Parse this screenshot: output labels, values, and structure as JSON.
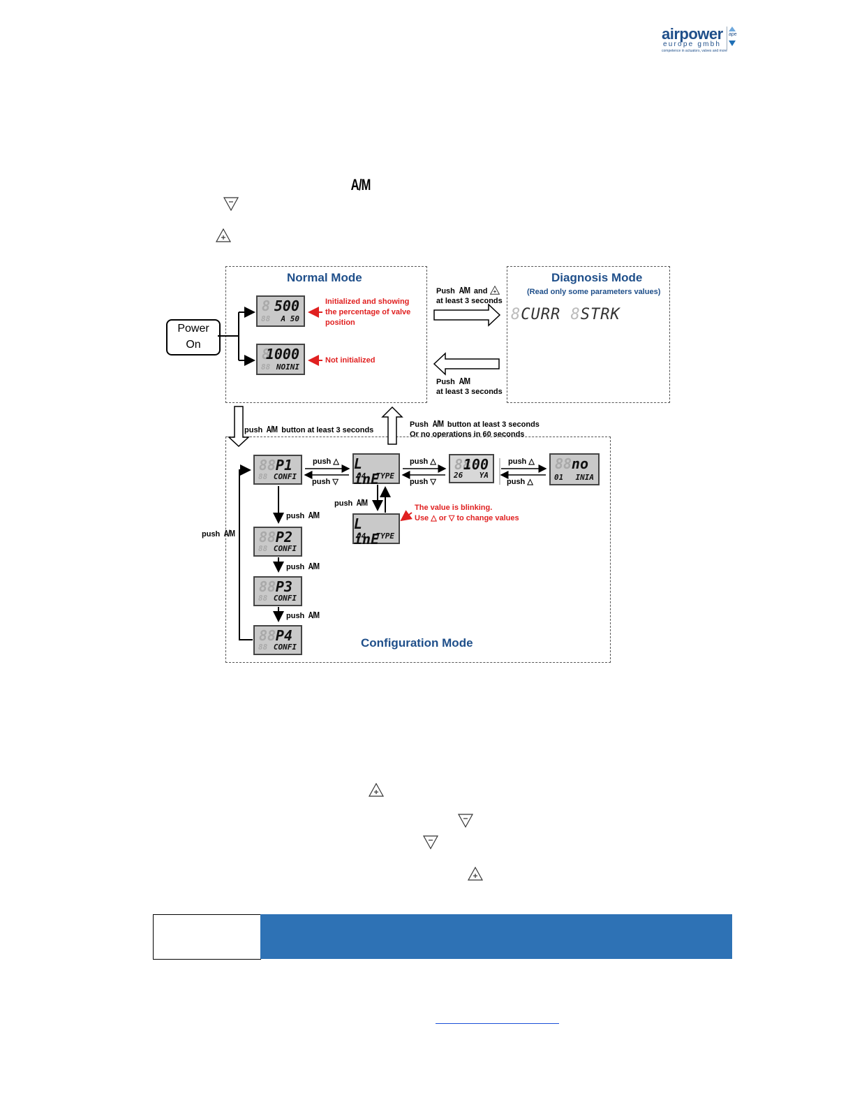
{
  "logo": {
    "brand_air": "air",
    "brand_power": "power",
    "sub": "europe gmbh",
    "tagline": "competence in actuators, valves and more",
    "badge": "ape"
  },
  "icons": {
    "am": "A/M",
    "minus": "down-triangle-minus-icon",
    "plus": "up-triangle-plus-icon"
  },
  "diagram": {
    "normal_mode_title": "Normal Mode",
    "diagnosis_mode_title": "Diagnosis Mode",
    "diagnosis_sub": "(Read only some parameters values)",
    "config_mode_title": "Configuration Mode",
    "power_on_1": "Power",
    "power_on_2": "On",
    "initialized_note_1": "Initialized and showing",
    "initialized_note_2": "the percentage of valve",
    "initialized_note_3": "position",
    "not_initialized_note": "Not initialized",
    "push": "Push",
    "and": "and",
    "at_least_3s": "at least 3 seconds",
    "push_lower": "push",
    "push_am_button_3s": "button at least 3 seconds",
    "or_no_ops": "Or no operations in 60 seconds",
    "blinking_1": "The value is blinking.",
    "blinking_use": "Use",
    "blinking_or": "or",
    "blinking_end": "to change values",
    "lcd_normal_top": "500",
    "lcd_normal_bottom": "A 50",
    "lcd_noini_top": "1000",
    "lcd_noini_bottom": "NOINI",
    "lcd_diag_1": "CURR",
    "lcd_diag_2": "STRK",
    "lcd_p1_top": "P1",
    "lcd_p2_top": "P2",
    "lcd_p3_top": "P3",
    "lcd_p4_top": "P4",
    "lcd_confi": "CONFI",
    "lcd_line_top": "L inE",
    "lcd_line_num": "04",
    "lcd_line_bottom": "TYPE",
    "lcd_100_top": "100",
    "lcd_100_num": "26",
    "lcd_100_bottom": "YA",
    "lcd_no_top": "no",
    "lcd_no_num": "01",
    "lcd_no_bottom": "INIA"
  }
}
